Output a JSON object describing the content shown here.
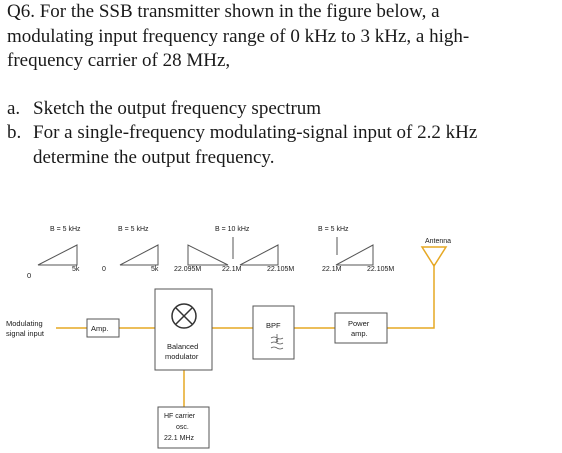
{
  "question": {
    "number": "Q6.",
    "prompt_line1": "For the SSB transmitter shown in the figure below, a",
    "prompt_line2": "modulating input frequency range of 0 kHz to 3 kHz, a high-",
    "prompt_line3": "frequency carrier of 28 MHz,",
    "parts": [
      {
        "label": "a.",
        "lines": [
          "Sketch the output frequency spectrum"
        ]
      },
      {
        "label": "b.",
        "lines": [
          "For a single-frequency modulating-signal input of 2.2 kHz",
          "determine the output frequency."
        ]
      }
    ]
  },
  "figure": {
    "colors": {
      "wire": "#e6a824",
      "box": "#555555",
      "text": "#1a1a1a"
    },
    "spectra": [
      {
        "bandwidth": "B = 5 kHz",
        "low": "0",
        "high": "5k"
      },
      {
        "bandwidth": "B = 5 kHz",
        "low": "0",
        "high": "5k"
      },
      {
        "bandwidth": "B = 10 kHz",
        "low": "22.095M",
        "center": "22.1M",
        "high": "22.105M"
      },
      {
        "bandwidth": "B = 5 kHz",
        "low": "22.1M",
        "high": "22.105M"
      }
    ],
    "antenna_label": "Antenna",
    "modulating_input_line1": "Modulating",
    "modulating_input_line2": "signal input",
    "blocks": {
      "amp": "Amp.",
      "modulator_line1": "Balanced",
      "modulator_line2": "modulator",
      "bpf": "BPF",
      "power_amp_line1": "Power",
      "power_amp_line2": "amp.",
      "hf_line1": "HF carrier",
      "hf_line2": "osc.",
      "hf_line3": "22.1 MHz"
    }
  }
}
